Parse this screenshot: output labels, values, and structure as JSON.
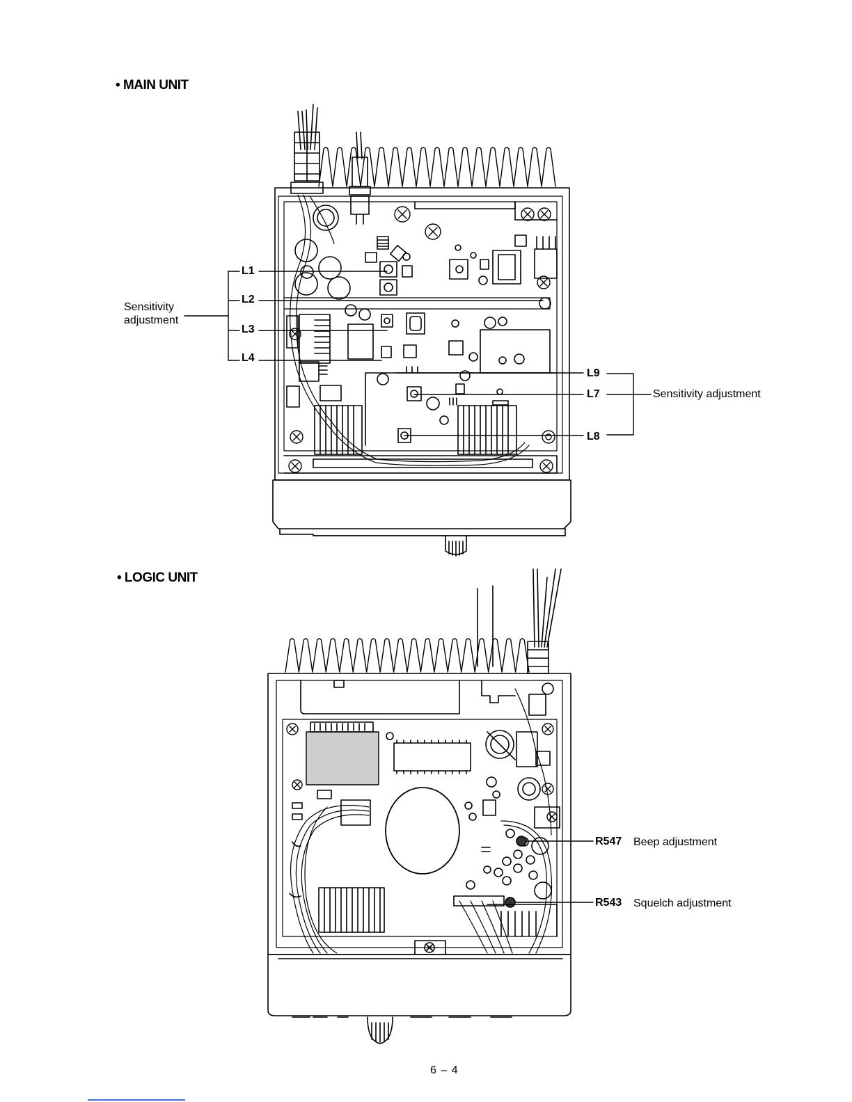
{
  "sections": {
    "main_title": "• MAIN UNIT",
    "logic_title": "• LOGIC UNIT"
  },
  "main_unit": {
    "left_group_label": "Sensitivity adjustment",
    "left_callouts": [
      "L1",
      "L2",
      "L3",
      "L4"
    ],
    "right_callouts": [
      "L9",
      "L7",
      "L8"
    ],
    "right_group_label": "Sensitivity adjustment"
  },
  "logic_unit": {
    "callouts": [
      {
        "ref": "R547",
        "label": "Beep adjustment"
      },
      {
        "ref": "R543",
        "label": "Squelch adjustment"
      }
    ]
  },
  "footer": {
    "page_number": "6 – 4"
  }
}
